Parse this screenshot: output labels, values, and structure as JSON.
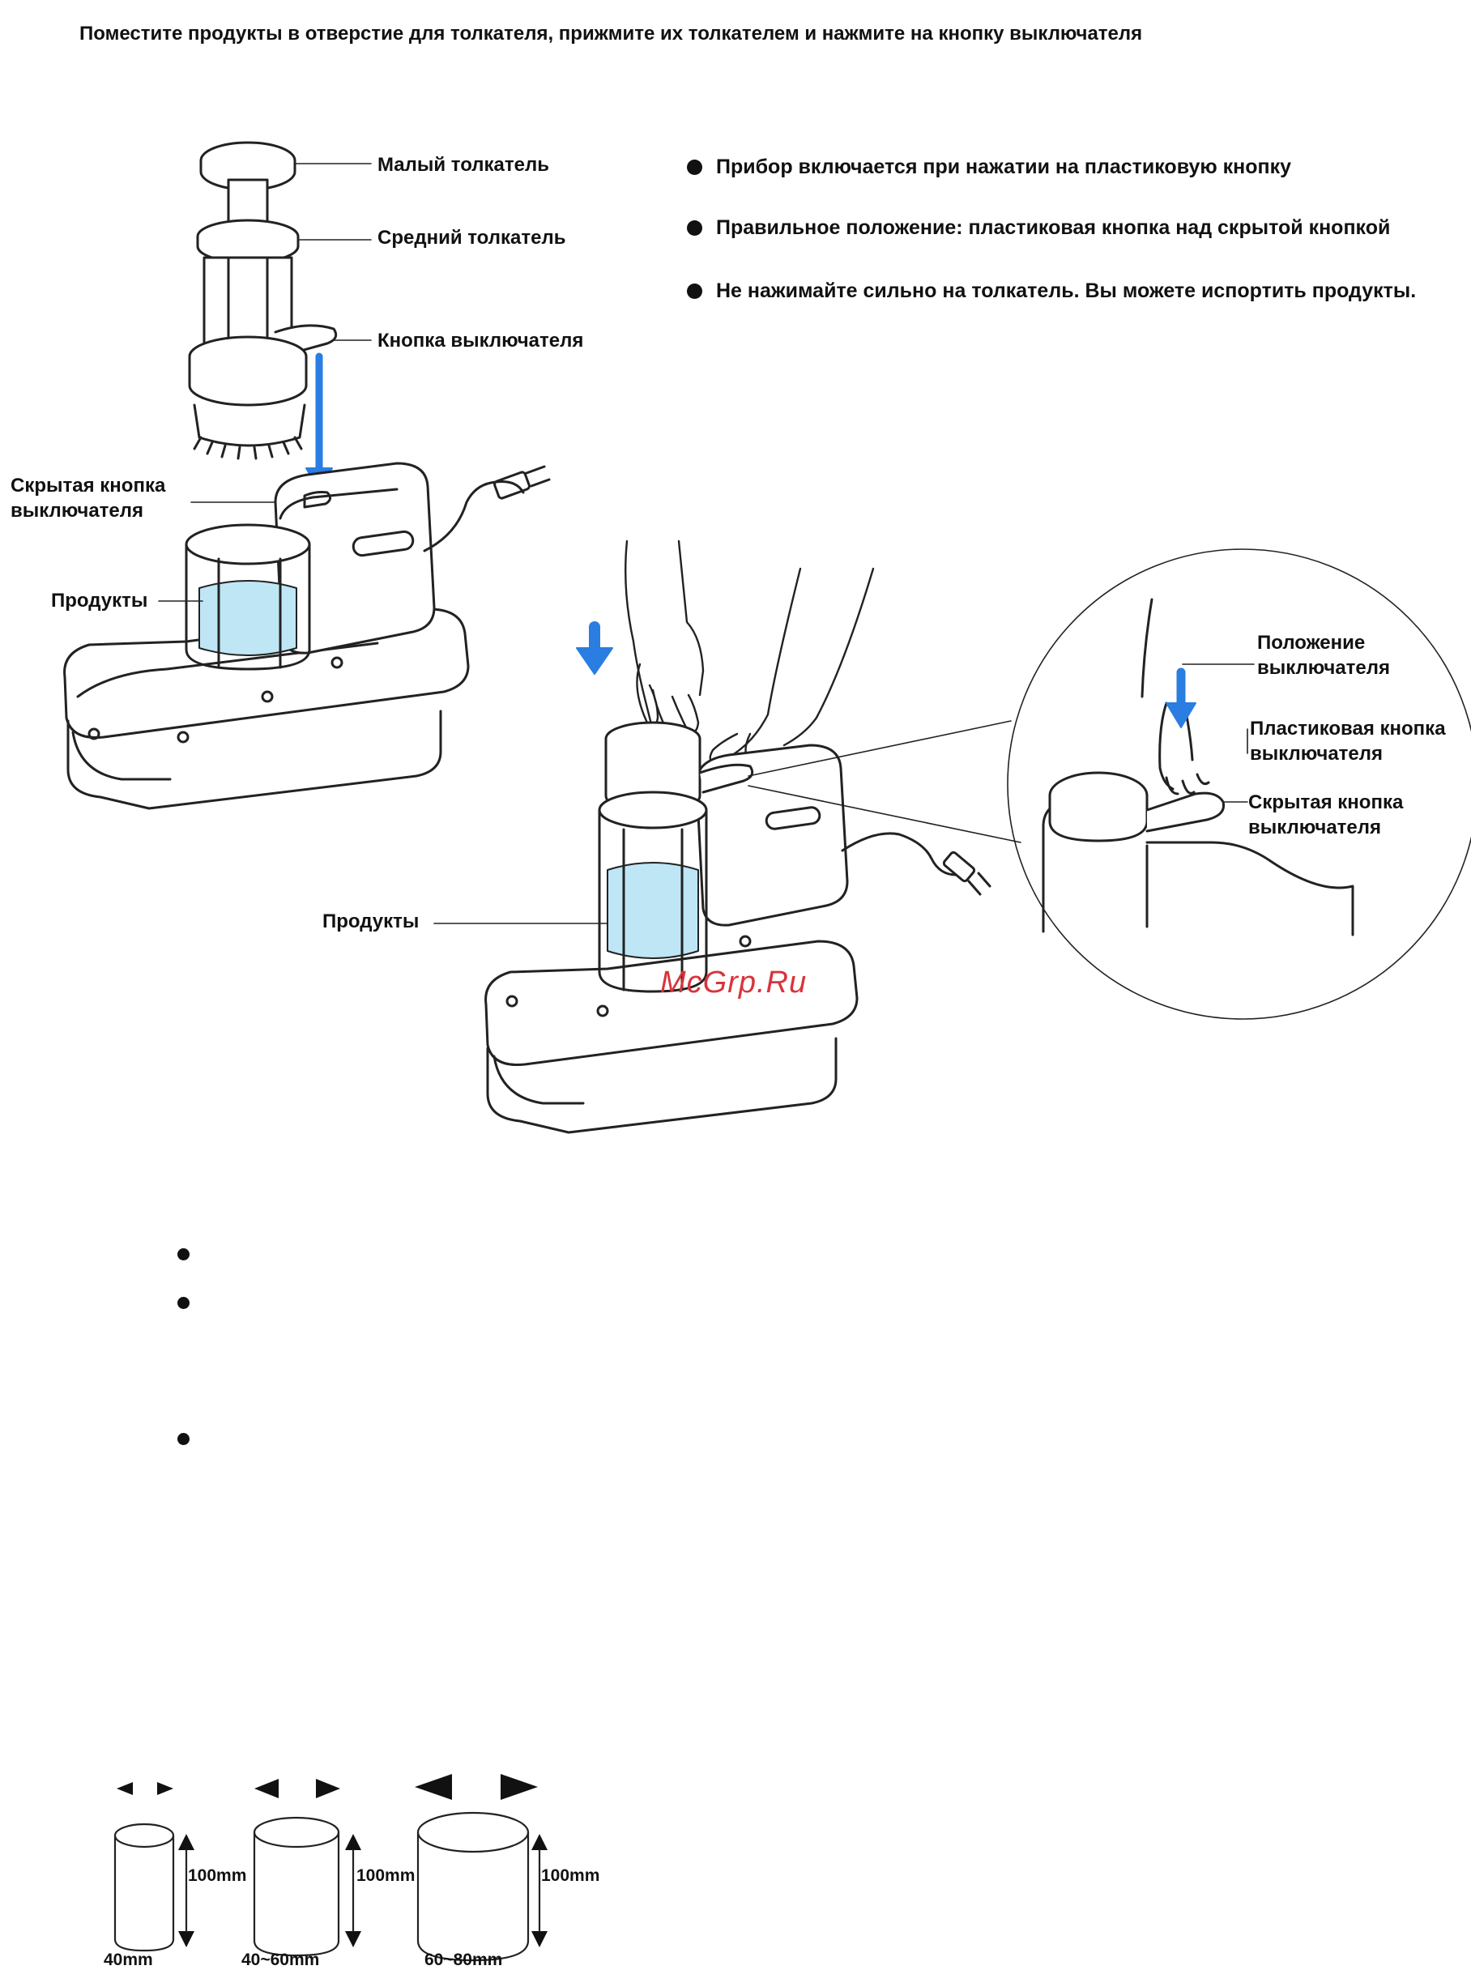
{
  "heading": "Поместите продукты в отверстие для толкателя, прижмите их  толкателем и нажмите на кнопку выключателя",
  "figure_left": {
    "labels": {
      "small_pusher": "Малый толкатель",
      "medium_pusher": "Средний толкатель",
      "switch_button": "Кнопка выключателя",
      "hidden_switch_line1": "Скрытая кнопка",
      "hidden_switch_line2": "выключателя",
      "products": "Продукты"
    }
  },
  "notes": [
    "Прибор включается при нажатии на пластиковую кнопку",
    "Правильное положение: пластиковая кнопка над скрытой кнопкой",
    "Не нажимайте сильно на толкатель. Вы можете испортить продукты."
  ],
  "figure_right": {
    "labels": {
      "products": "Продукты",
      "switch_position_line1": "Положение",
      "switch_position_line2": "выключателя",
      "plastic_switch_line1": "Пластиковая кнопка",
      "plastic_switch_line2": "выключателя",
      "hidden_switch_line1": "Скрытая кнопка",
      "hidden_switch_line2": "выключателя"
    },
    "watermark": "McGrp.Ru"
  },
  "size_figure": {
    "items": [
      {
        "height": "100mm",
        "width": "40mm"
      },
      {
        "height": "100mm",
        "width": "40~60mm"
      },
      {
        "height": "100mm",
        "width": "60~80mm"
      }
    ]
  },
  "colors": {
    "accent_blue": "#2a7de1",
    "liquid": "#bfe6f5",
    "line": "#222222",
    "watermark": "#d8343a"
  }
}
